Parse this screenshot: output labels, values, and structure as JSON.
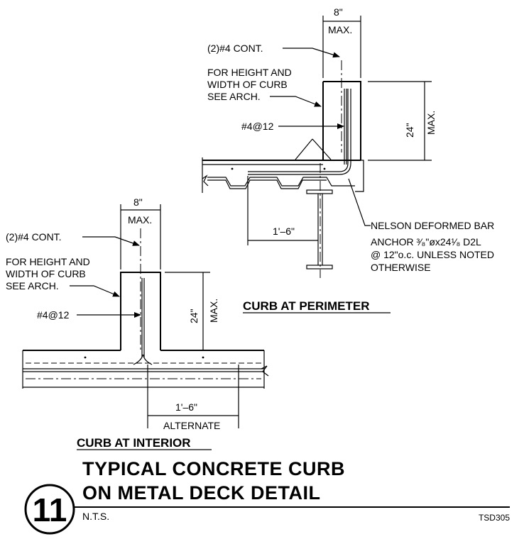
{
  "perimeter": {
    "width_dim": "8\"",
    "width_note": "MAX.",
    "cont_bars": "(2)#4 CONT.",
    "height_note_1": "FOR HEIGHT AND",
    "height_note_2": "WIDTH OF CURB",
    "height_note_3": "SEE ARCH.",
    "dowel": "#4@12",
    "height_dim": "24\"",
    "height_max": "MAX.",
    "anchor_1": "NELSON DEFORMED BAR",
    "anchor_2": "ANCHOR ³⁄₈\"øx24¹⁄₈ D2L",
    "anchor_3": "@ 12\"o.c. UNLESS NOTED",
    "anchor_4": "OTHERWISE",
    "embed_dim": "1'–6\"",
    "title": "CURB AT PERIMETER"
  },
  "interior": {
    "width_dim": "8\"",
    "width_note": "MAX.",
    "cont_bars": "(2)#4 CONT.",
    "height_note_1": "FOR HEIGHT AND",
    "height_note_2": "WIDTH OF CURB",
    "height_note_3": "SEE ARCH.",
    "dowel": "#4@12",
    "height_dim": "24\"",
    "height_max": "MAX.",
    "embed_dim": "1'–6\"",
    "alternate": "ALTERNATE",
    "title": "CURB AT INTERIOR"
  },
  "detail": {
    "number": "11",
    "title_1": "TYPICAL CONCRETE CURB",
    "title_2": "ON METAL DECK DETAIL",
    "scale": "N.T.S.",
    "sheet": "TSD305"
  }
}
